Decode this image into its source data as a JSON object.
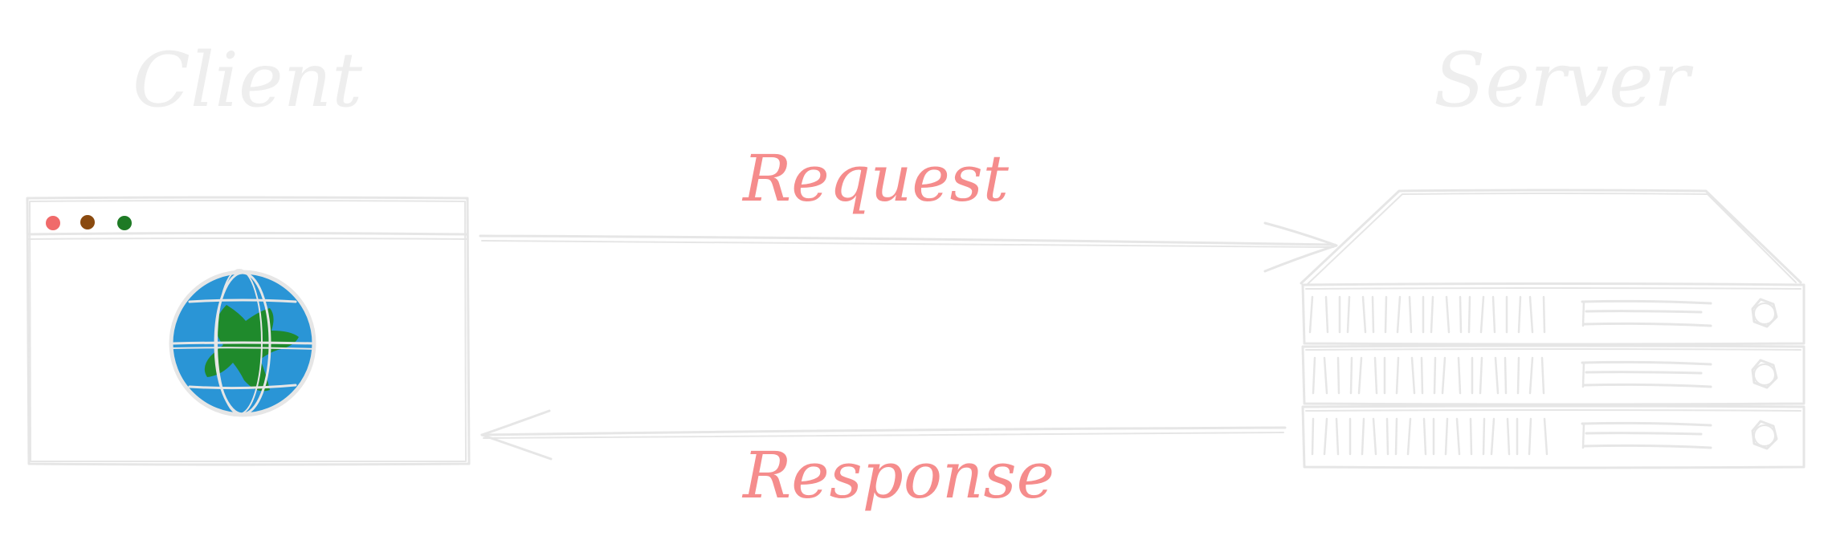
{
  "diagram": {
    "client": {
      "title": "Client",
      "window_dots": [
        "#f06a6a",
        "#8a4a0f",
        "#1e7a25"
      ]
    },
    "server": {
      "title": "Server"
    },
    "request": {
      "label": "Request"
    },
    "response": {
      "label": "Response"
    },
    "colors": {
      "label": "#f58c8c",
      "title": "#eeeeee",
      "stroke": "#e6e6e6",
      "globe_water": "#2a95d6",
      "globe_land": "#1f8a2c"
    }
  }
}
